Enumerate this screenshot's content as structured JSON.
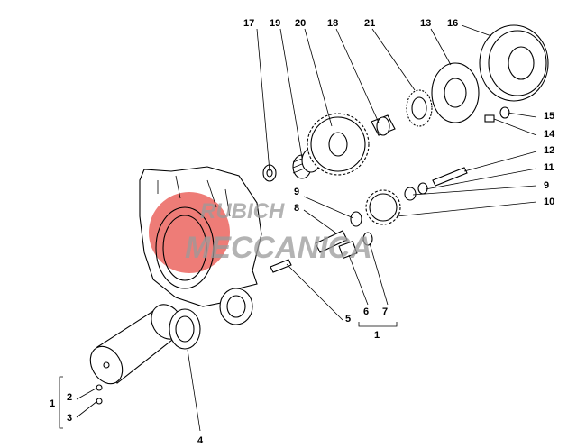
{
  "diagram": {
    "type": "exploded parts diagram",
    "watermark": {
      "line1": "RUBICH",
      "line2": "MECCANICA",
      "accent_color": "#e8504a",
      "text_color": "#9a9a9a"
    },
    "callouts": {
      "c17": "17",
      "c19": "19",
      "c20": "20",
      "c18": "18",
      "c21": "21",
      "c13": "13",
      "c16": "16",
      "c15": "15",
      "c14": "14",
      "c12": "12",
      "c11": "11",
      "c9r": "9",
      "c10": "10",
      "c9m": "9",
      "c8": "8",
      "c5": "5",
      "c6": "6",
      "c7": "7",
      "c1m": "1",
      "c1l": "1",
      "c2": "2",
      "c3": "3",
      "c4": "4"
    }
  }
}
